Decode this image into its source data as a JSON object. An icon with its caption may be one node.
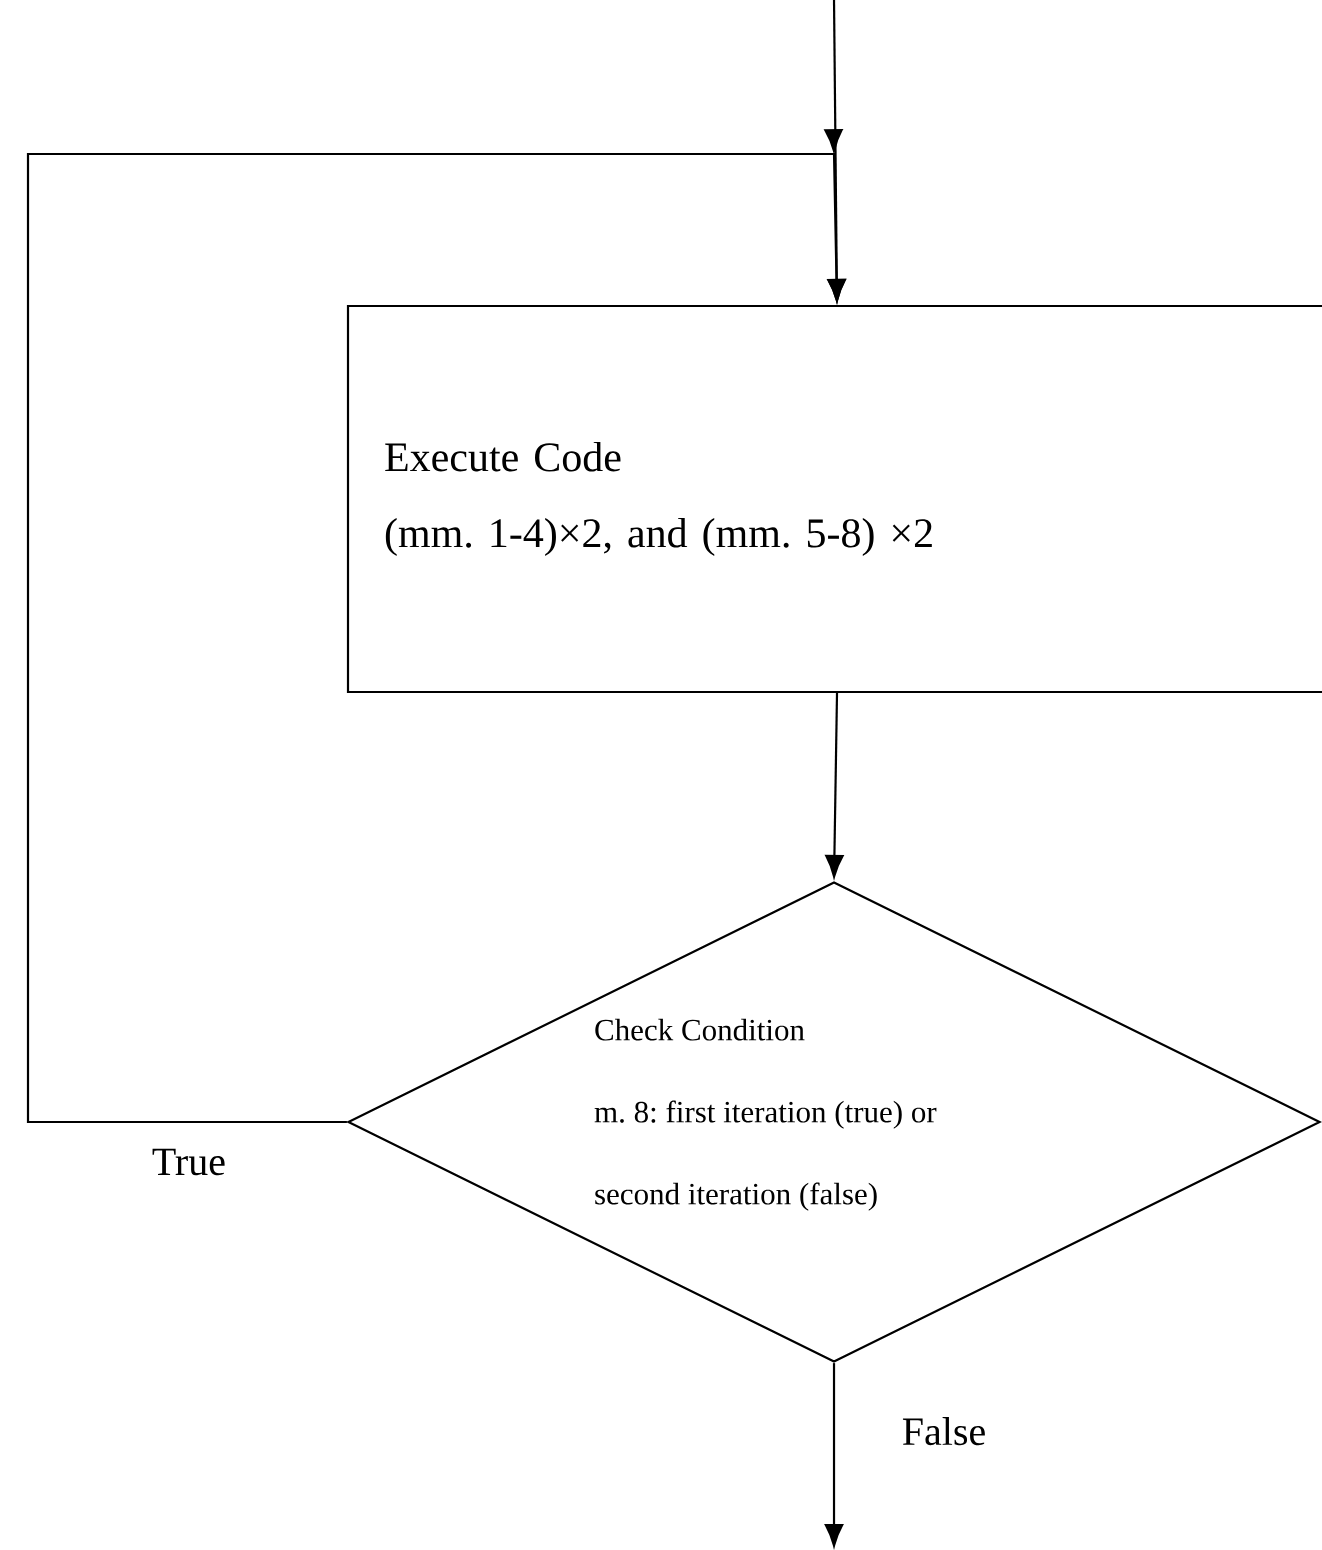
{
  "diagram": {
    "nodes": [
      {
        "text": [
          "Execute Code",
          "(mm. 1-4)×2, and (mm. 5-8) ×2"
        ]
      },
      {
        "text": [
          "Check Condition",
          "m. 8: first iteration (true) or second iteration (false)"
        ]
      }
    ],
    "edges": [
      {
        "from": null,
        "to": 0,
        "arrow": "to"
      },
      {
        "from": 1,
        "to": 0,
        "arrow": "to",
        "label": "True"
      },
      {
        "from": 0,
        "to": 1,
        "arrow": "to"
      },
      {
        "from": 1,
        "to": null,
        "arrow": "to",
        "label": "False"
      }
    ]
  }
}
